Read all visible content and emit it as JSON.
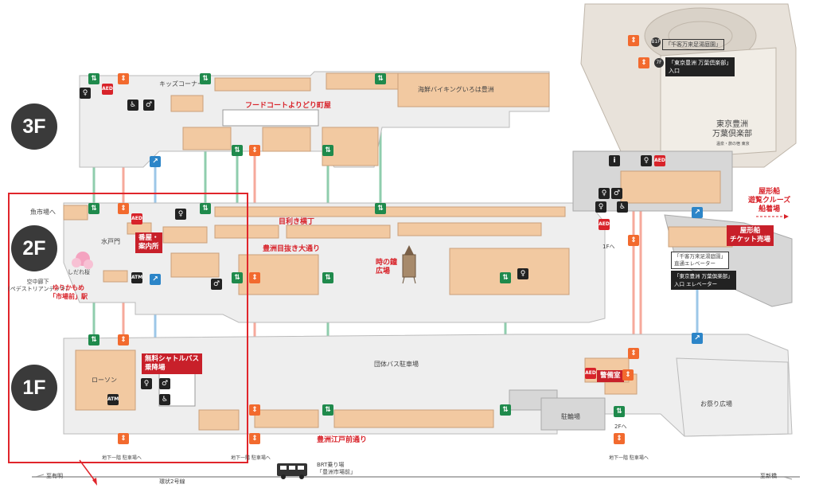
{
  "floors": {
    "f3": "3F",
    "f2": "2F",
    "f1": "1F"
  },
  "labels": {
    "kids_corner": "キッズコーナー",
    "food_court": "フードコートよりどり町屋",
    "kaisen": "海鮮バイキングいろは豊洲",
    "mekiki": "目利き横丁",
    "toyosu_avenue": "豊洲目抜き大通り",
    "tokino_kane": "時の鐘\n広場",
    "bus_parking": "団体バス駐車場",
    "bicycle_parking": "駐輪場",
    "festival_plaza": "お祭り広場",
    "edo_avenue": "豊洲江戸前通り",
    "lawson": "ローソン",
    "mito_gate": "水戸門",
    "uogashi": "魚市場へ",
    "shidare": "しだれ桜",
    "skywalk": "空中廊下\n(ペデストリアンデッキ)",
    "yurikamome": "ゆりかもめ\n「市場前」駅",
    "ocean_bldg": "東京豊洲\n万葉倶楽部",
    "ocean_sub": "温泉・旅の宿 東京",
    "yakatabune_pier": "屋形船\n遊覧クルーズ\n船着場",
    "kanji_1f": "1Fへ",
    "kanji_2f": "2Fへ",
    "b1_parking_left": "地下一階 駐車場へ",
    "b1_parking_right": "地下一階 駐車場へ",
    "b1_parking_far": "地下一階 駐車場へ",
    "ring2": "環状2号線",
    "to_ariake": "至有明",
    "to_shinbashi": "至新橋",
    "brt_stop": "BRT乗り場\n「豊洲市場前」"
  },
  "redboxes": {
    "info": "番屋・\n案内所",
    "shuttle": "無料シャトルバス\n乗降場",
    "security": "警備室",
    "ticket": "屋形船\nチケット売場"
  },
  "callouts": {
    "b1": "「千客万来足湯庭園」",
    "f7": "「東京豊洲 万葉倶楽部」\n入口",
    "elev1": "「千客万来足湯庭園」\n直通エレベーター",
    "elev2": "「東京豊洲 万葉倶楽部」\n入口 エレベーター",
    "b1_tag": "B1F",
    "f7_tag": "7F"
  },
  "icons": {
    "escalator": "escalator-icon",
    "elevator": "elevator-icon",
    "toilet": "toilet-icon",
    "aed": "aed-icon",
    "wheelchair": "wheelchair-icon",
    "atm": "atm-icon",
    "info": "info-icon"
  },
  "colors": {
    "shop": "#f2c9a1",
    "floor": "#eeeeee",
    "line_green": "#8fcdad",
    "line_pink": "#f6a99b",
    "line_blue": "#9cc7e8",
    "red": "#d8232a"
  }
}
